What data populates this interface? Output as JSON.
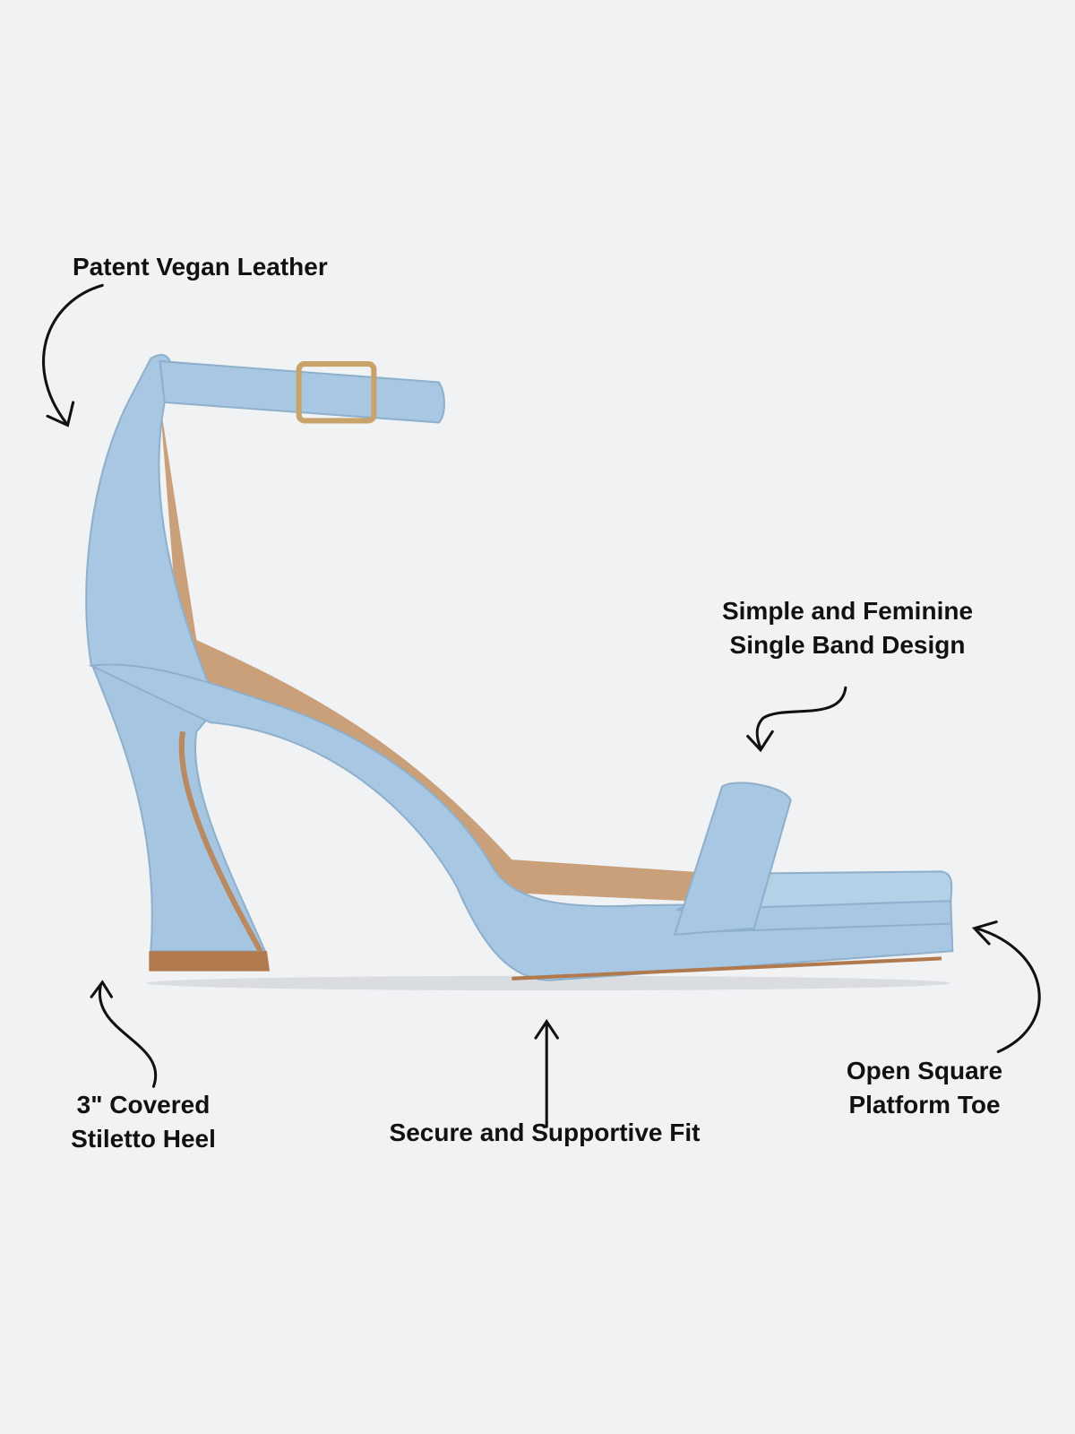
{
  "product": {
    "color": "#a8c7e2",
    "accent_tan": "#c9a07a",
    "buckle_color": "#c8a46a"
  },
  "callouts": {
    "material": {
      "line1": "Patent Vegan Leather"
    },
    "band": {
      "line1": "Simple and Feminine",
      "line2": "Single Band Design"
    },
    "heel": {
      "line1": "3\" Covered",
      "line2": "Stiletto Heel"
    },
    "fit": {
      "line1": "Secure and Supportive Fit"
    },
    "toe": {
      "line1": "Open Square",
      "line2": "Platform Toe"
    }
  }
}
